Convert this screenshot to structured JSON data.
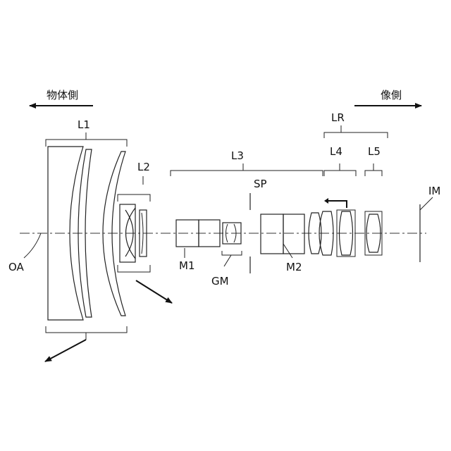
{
  "directions": {
    "object_side": "物体側",
    "image_side": "像側"
  },
  "labels": {
    "L1": "L1",
    "L2": "L2",
    "L3": "L3",
    "L4": "L4",
    "L5": "L5",
    "LR": "LR",
    "SP": "SP",
    "IM": "IM",
    "OA": "OA",
    "M1": "M1",
    "M2": "M2",
    "GM": "GM"
  }
}
